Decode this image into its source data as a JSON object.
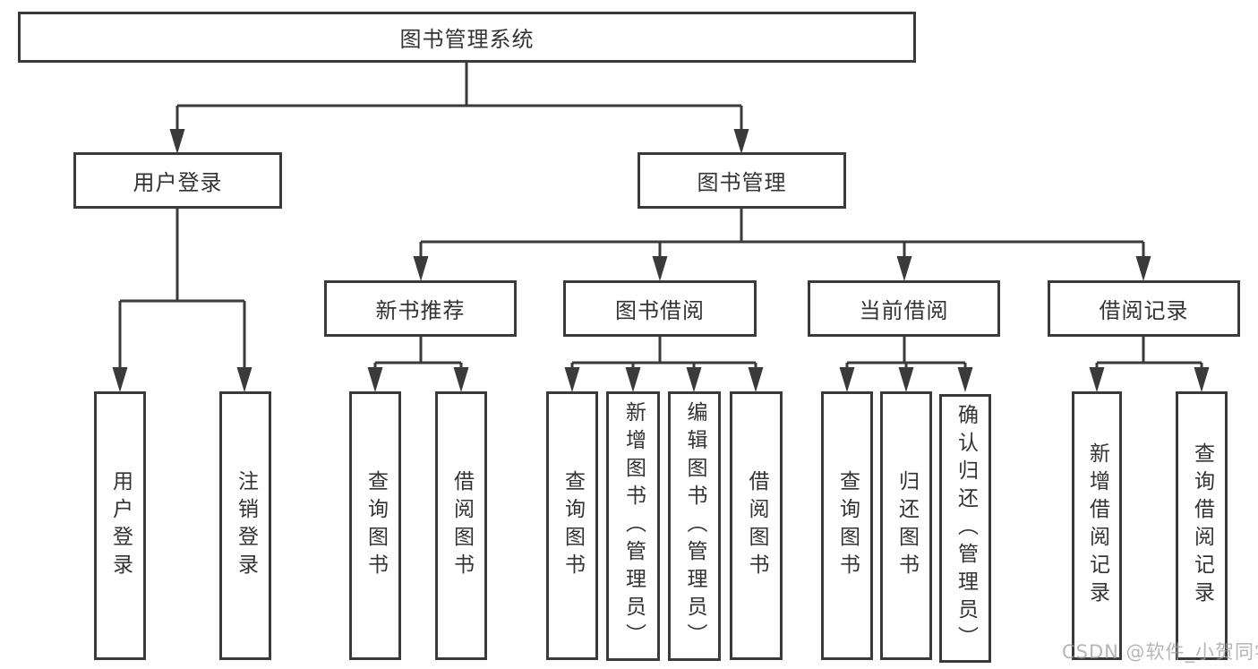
{
  "tree": {
    "root": "图书管理系统",
    "children": [
      {
        "label": "用户登录",
        "children": [
          "用户登录",
          "注销登录"
        ]
      },
      {
        "label": "图书管理",
        "children": [
          {
            "label": "新书推荐",
            "children": [
              "查询图书",
              "借阅图书"
            ]
          },
          {
            "label": "图书借阅",
            "children": [
              "查询图书",
              "新增图书（管理员）",
              "编辑图书（管理员）",
              "借阅图书"
            ]
          },
          {
            "label": "当前借阅",
            "children": [
              "查询图书",
              "归还图书",
              "确认归还（管理员）"
            ]
          },
          {
            "label": "借阅记录",
            "children": [
              "新增借阅记录",
              "查询借阅记录"
            ]
          }
        ]
      }
    ]
  },
  "watermark": "CSDN @软件_小贺同学",
  "colors": {
    "line": "#3a3a3a",
    "text": "#333333",
    "background": "#ffffff",
    "watermark": "#9e9e9e"
  }
}
